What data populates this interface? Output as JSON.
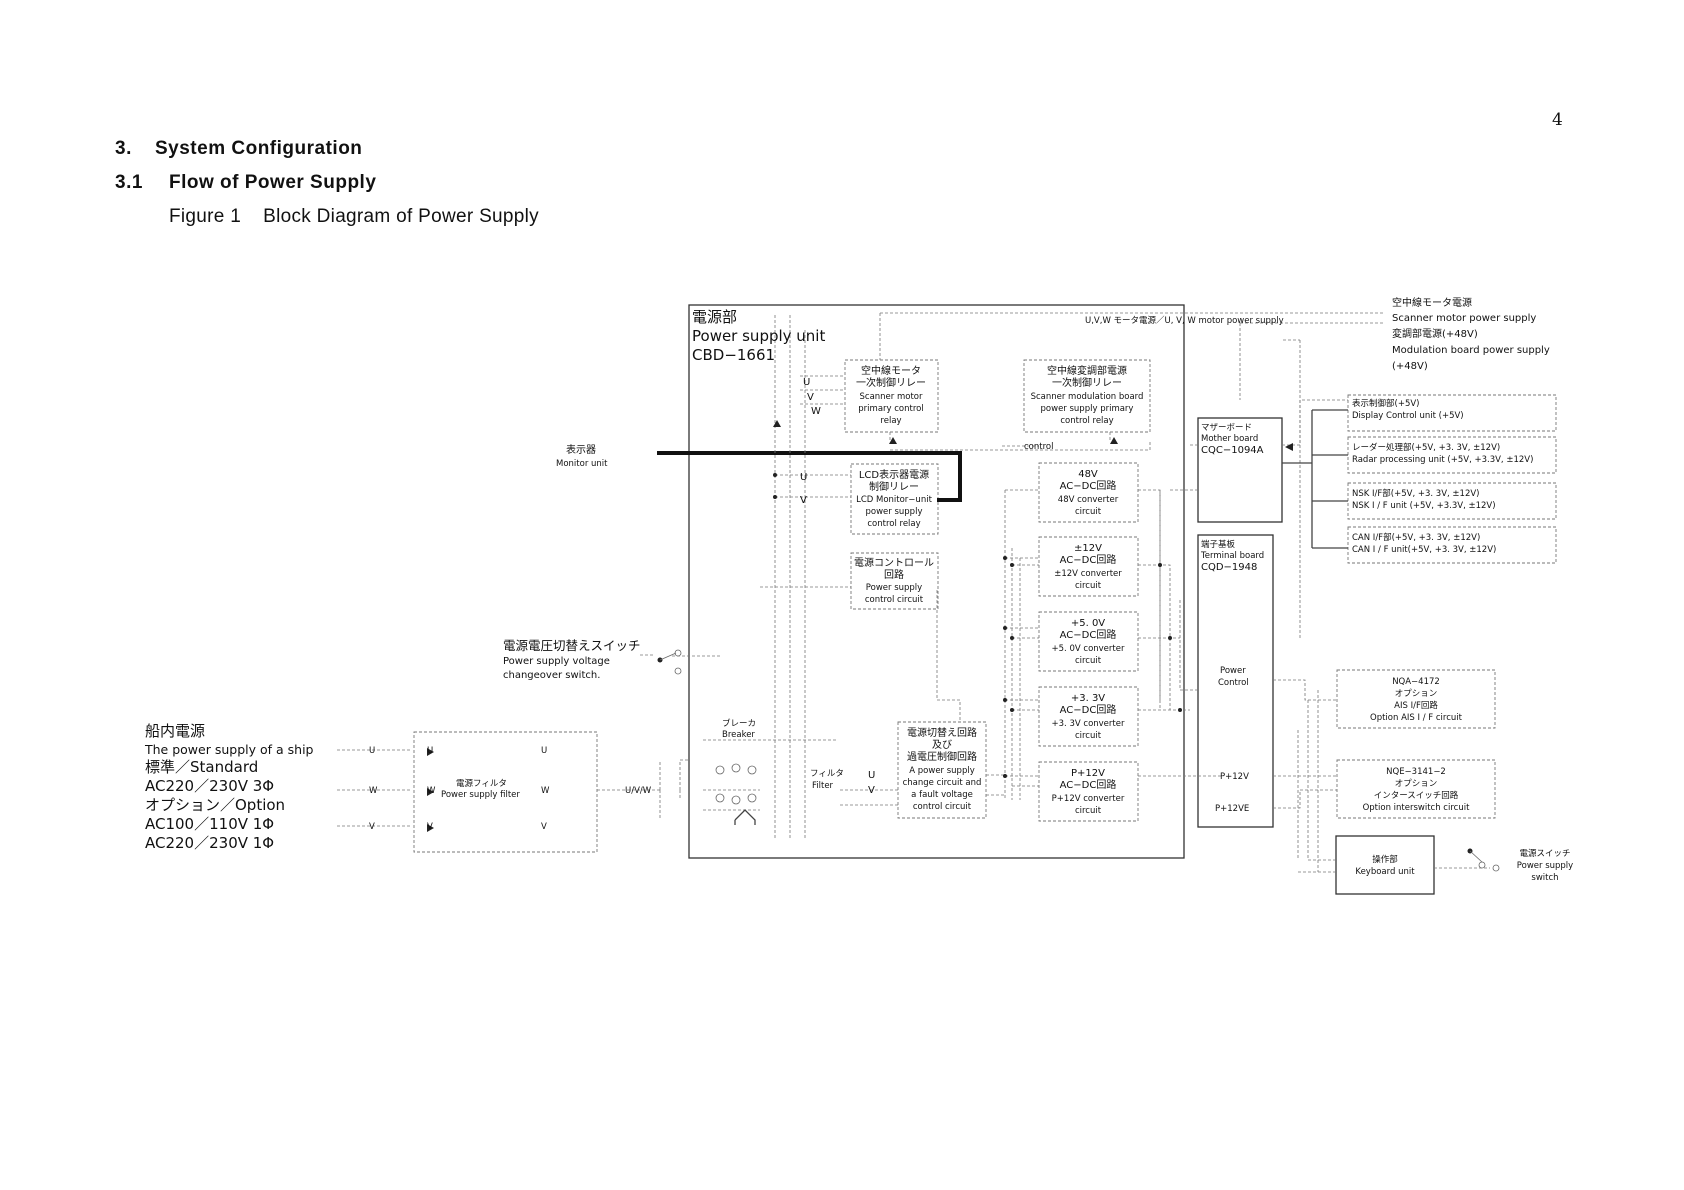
{
  "page_number": "4",
  "section": {
    "number": "3.",
    "title": "System Configuration"
  },
  "subsection": {
    "number": "3.1",
    "title": "Flow of Power Supply"
  },
  "figure_caption": {
    "label": "Figure 1",
    "title": "Block Diagram of Power Supply"
  },
  "diagram": {
    "psu": {
      "jp": "電源部",
      "en": "Power supply unit",
      "model": "CBD−1661"
    },
    "ship_power": {
      "jp": "船内電源",
      "en": "The power supply of a ship",
      "standard": "標準／Standard",
      "standard_spec": "AC220／230V 3Φ",
      "option": "オプション／Option",
      "option_spec1": "AC100／110V 1Φ",
      "option_spec2": "AC220／230V 1Φ"
    },
    "phases": {
      "u": "U",
      "v": "V",
      "w": "W",
      "uvw": "U/V/W"
    },
    "filter_external": {
      "jp": "電源フィルタ",
      "en": "Power supply filter"
    },
    "voltage_switch": {
      "jp": "電源電圧切替えスイッチ",
      "en1": "Power supply voltage",
      "en2": "changeover switch."
    },
    "monitor": {
      "jp": "表示器",
      "en": "Monitor unit"
    },
    "breaker": {
      "jp": "ブレーカ",
      "en": "Breaker"
    },
    "filter_internal": {
      "jp": "フィルタ",
      "en": "Filter"
    },
    "scanner_relay": {
      "jp1": "空中線モータ",
      "jp2": "一次制御リレー",
      "en1": "Scanner motor",
      "en2": "primary control",
      "en3": "relay"
    },
    "scanner_mod_relay": {
      "jp1": "空中線変調部電源",
      "jp2": "一次制御リレー",
      "en1": "Scanner modulation board",
      "en2": "power supply primary",
      "en3": "control relay"
    },
    "lcd_relay": {
      "jp1": "LCD表示器電源",
      "jp2": "制御リレー",
      "en1": "LCD Monitor−unit",
      "en2": "power supply",
      "en3": "control relay"
    },
    "psu_control": {
      "jp1": "電源コントロール",
      "jp2": "回路",
      "en1": "Power supply",
      "en2": "control circuit"
    },
    "changeover": {
      "jp1": "電源切替え回路",
      "jp2": "及び",
      "jp3": "過電圧制御回路",
      "en1": "A power supply",
      "en2": "change circuit and",
      "en3": "a fault voltage",
      "en4": "control circuit"
    },
    "conv48": {
      "l1": "48V",
      "l2": "AC−DC回路",
      "l3": "48V converter",
      "l4": "circuit"
    },
    "conv12": {
      "l1": "±12V",
      "l2": "AC−DC回路",
      "l3": "±12V converter",
      "l4": "circuit"
    },
    "conv5": {
      "l1": "+5. 0V",
      "l2": "AC−DC回路",
      "l3": "+5. 0V converter",
      "l4": "circuit"
    },
    "conv33": {
      "l1": "+3. 3V",
      "l2": "AC−DC回路",
      "l3": "+3. 3V converter",
      "l4": "circuit"
    },
    "convp12": {
      "l1": "P+12V",
      "l2": "AC−DC回路",
      "l3": "P+12V converter",
      "l4": "circuit"
    },
    "control_label": "control",
    "motor_line": "U,V,W モータ電源／U, V, W motor power supply",
    "mother_board": {
      "jp": "マザーボード",
      "en": "Mother board",
      "model": "CQC−1094A"
    },
    "terminal_board": {
      "jp": "端子基板",
      "en": "Terminal board",
      "model": "CQD−1948",
      "power": "Power",
      "control": "Control",
      "p12v": "P+12V",
      "p12ve": "P+12VE"
    },
    "scanner_motor_supply": {
      "jp": "空中線モータ電源",
      "en": "Scanner motor power supply"
    },
    "modulation_supply": {
      "jp": "変調部電源(+48V)",
      "en1": "Modulation board power supply",
      "en2": "(+48V)"
    },
    "display_control": {
      "jp": "表示制御部(+5V)",
      "en": "Display Control unit (+5V)"
    },
    "radar_proc": {
      "jp": "レーダー処理部(+5V, +3. 3V, ±12V)",
      "en": "Radar processing unit (+5V, +3.3V, ±12V)"
    },
    "nsk": {
      "jp": "NSK I/F部(+5V, +3. 3V, ±12V)",
      "en": "NSK I / F unit (+5V, +3.3V, ±12V)"
    },
    "can": {
      "jp": "CAN I/F部(+5V, +3. 3V, ±12V)",
      "en": "CAN I / F unit(+5V, +3. 3V, ±12V)"
    },
    "nqa": {
      "model": "NQA−4172",
      "jp1": "オプション",
      "jp2": "AIS I/F回路",
      "en": "Option AIS I / F circuit"
    },
    "nqe": {
      "model": "NQE−3141−2",
      "jp1": "オプション",
      "jp2": "インタースイッチ回路",
      "en": "Option interswitch circuit"
    },
    "keyboard": {
      "jp": "操作部",
      "en": "Keyboard unit"
    },
    "power_switch": {
      "jp": "電源スイッチ",
      "en1": "Power supply",
      "en2": "switch"
    }
  }
}
